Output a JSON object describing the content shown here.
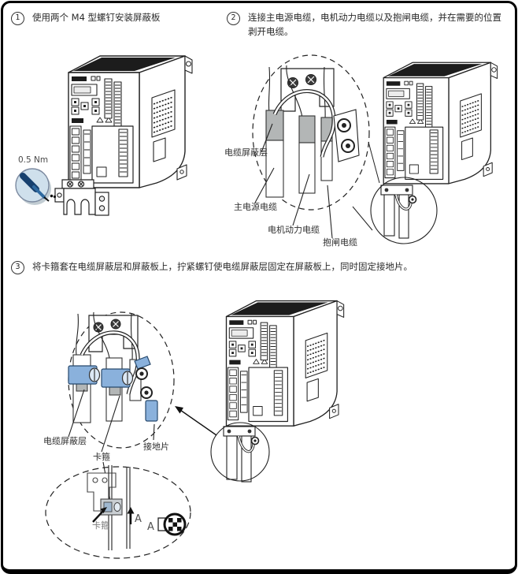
{
  "page": {
    "background": "#ffffff",
    "border_color": "#000000"
  },
  "colors": {
    "line": "#222222",
    "clamp_blue": "#8ab1dc",
    "clamp_blue_dark": "#27496d",
    "shield_gray": "#b3b6b6",
    "tool_disc_blue": "#cfe0ec",
    "tool_handle_navy": "#17406e",
    "tool_shaft_blue": "#2f6aa0"
  },
  "steps": {
    "step1": {
      "number": "1",
      "instruction": "使用两个 M4 型螺钉安装屏蔽板"
    },
    "step2": {
      "number": "2",
      "instruction": "连接主电源电缆，电机动力电缆以及抱闸电缆，并在需要的位置剥开电缆。"
    },
    "step3": {
      "number": "3",
      "instruction": "将卡箍套在电缆屏蔽层和屏蔽板上，拧紧螺钉使电缆屏蔽层固定在屏蔽板上，同时固定接地片。"
    }
  },
  "figure1": {
    "torque_label": "0.5 Nm"
  },
  "figure2": {
    "labels": {
      "cable_shield": "电缆屏蔽层",
      "main_power_cable": "主电源电缆",
      "motor_power_cable": "电机动力电缆",
      "brake_cable": "抱闸电缆"
    }
  },
  "figure3": {
    "labels": {
      "cable_shield": "电缆屏蔽层",
      "clamp": "卡箍",
      "ground_tab": "接地片"
    },
    "detail": {
      "clamp": "卡箍",
      "view_marker": "A",
      "view_label": "A"
    }
  }
}
